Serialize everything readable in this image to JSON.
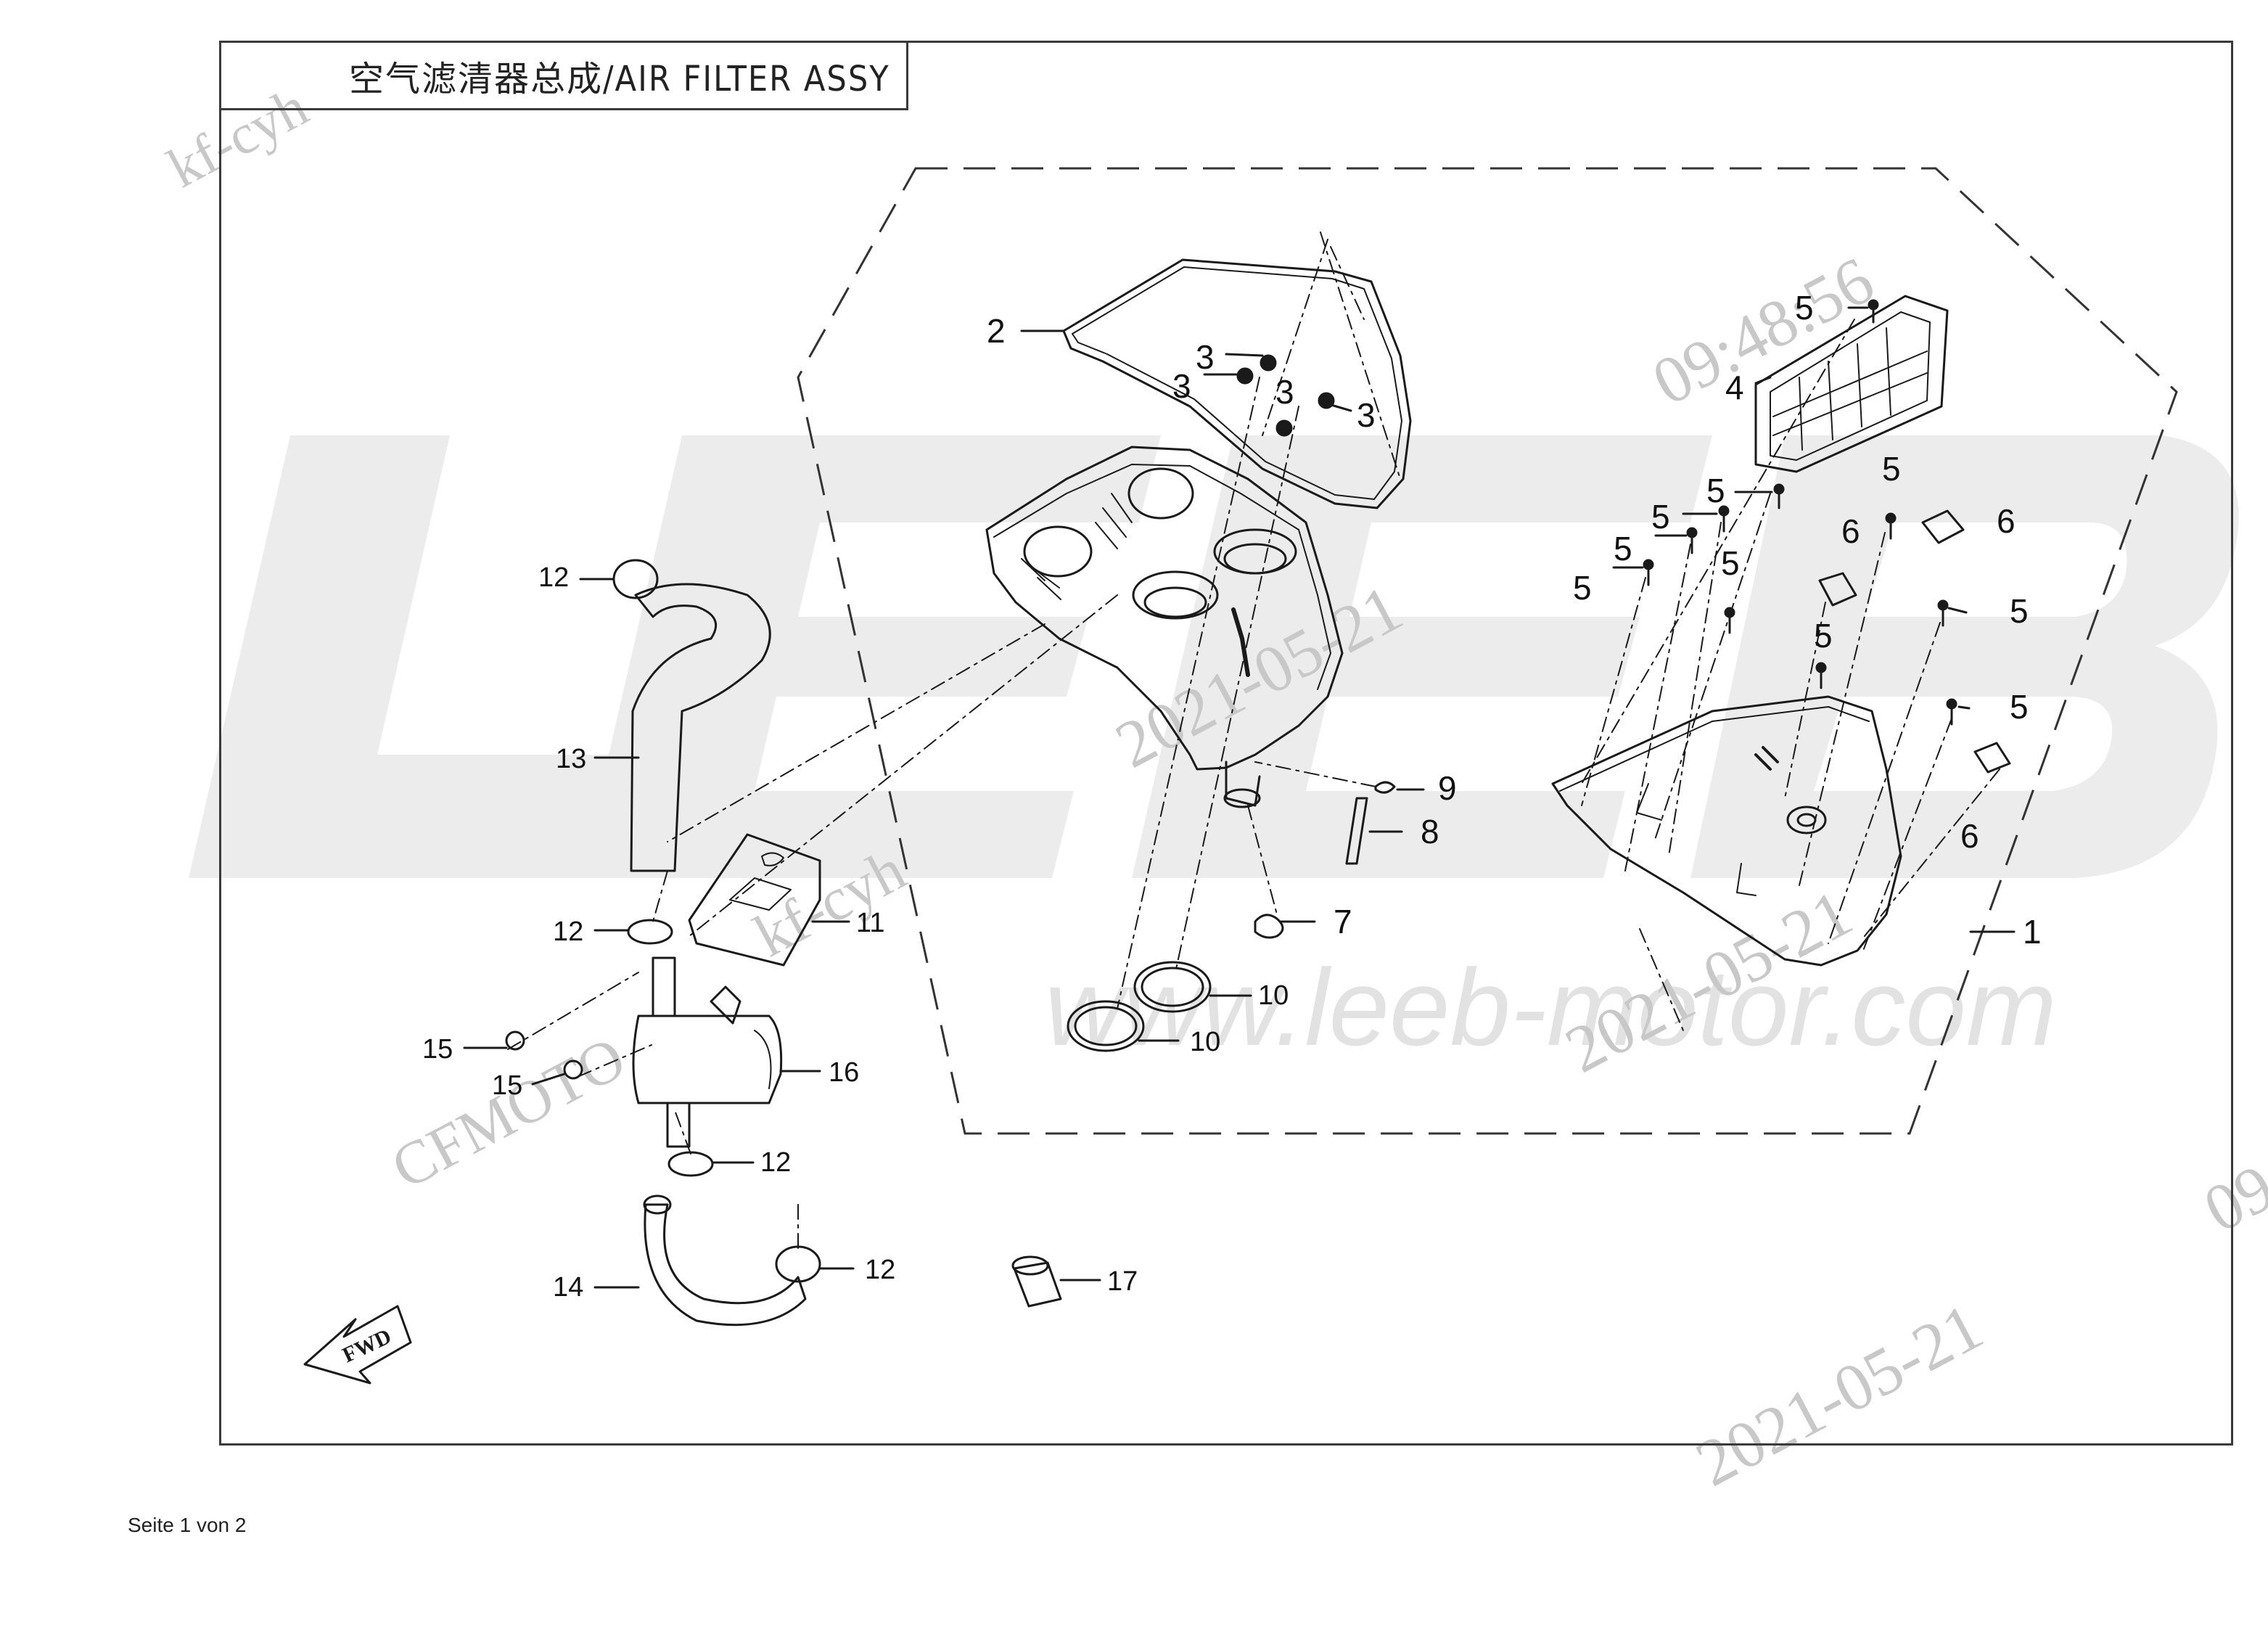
{
  "title": "空气滤清器总成/AIR FILTER ASSY",
  "footer": "Seite 1 von 2",
  "watermarks": {
    "brand_letters": "LEEB",
    "url": "www.leeb-motor.com",
    "stamps": [
      "kf-cyh",
      "CFMOTO",
      "kf-cyh",
      "2021-05-21",
      "2021-05-21",
      "09:48:56",
      "2021-05-21",
      "09"
    ]
  },
  "fwd_label": "FWD",
  "callouts": {
    "c1": "1",
    "c2": "2",
    "c3a": "3",
    "c3b": "3",
    "c3c": "3",
    "c3d": "3",
    "c4": "4",
    "c5a": "5",
    "c5b": "5",
    "c5c": "5",
    "c5d": "5",
    "c5e": "5",
    "c5f": "5",
    "c5g": "5",
    "c5h": "5",
    "c5i": "5",
    "c5j": "5",
    "c6a": "6",
    "c6b": "6",
    "c6c": "6",
    "c7": "7",
    "c8": "8",
    "c9": "9",
    "c10a": "10",
    "c10b": "10",
    "c11": "11",
    "c12a": "12",
    "c12b": "12",
    "c12c": "12",
    "c12d": "12",
    "c13": "13",
    "c14": "14",
    "c15a": "15",
    "c15b": "15",
    "c16": "16",
    "c17": "17"
  },
  "colors": {
    "line": "#1a1a1a",
    "frame": "#3a3a3a",
    "watermark": "#d9d9d9",
    "watermark_text": "#c8c8c8"
  }
}
